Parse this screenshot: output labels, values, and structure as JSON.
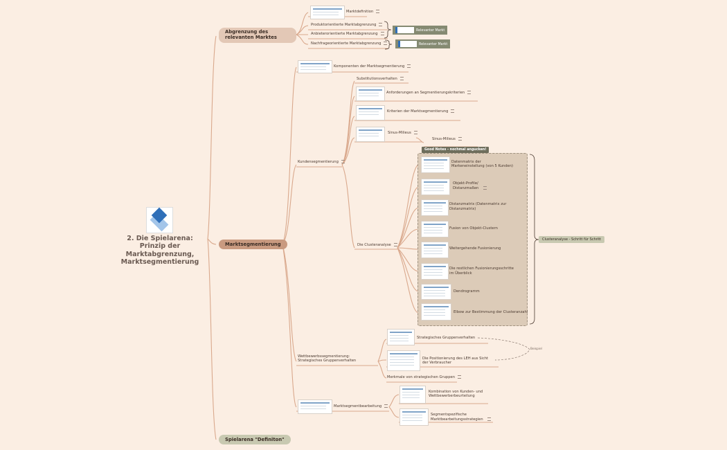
{
  "root": {
    "title": "2. Die Spielarena: Prinzip der Marktabgrenzung, Marktsegmentierung"
  },
  "branch1": {
    "label": "Abgrenzung des relevanten Marktes",
    "items": [
      "Marktdefinition",
      "Produktorientierte Marktabgrenzung",
      "Anbieterorientierte Marktabgrenzung",
      "Nachfrageorientierte Marktabgrenzung"
    ],
    "summary1": "Relevanter Markt",
    "summary2": "Relevanter Markt"
  },
  "branch2": {
    "label": "Marktsegmentierung",
    "komponenten": "Komponenten der Marktsegmentierung",
    "kunden": {
      "label": "Kundensegmentierung",
      "items": [
        "Substitutionsverhalten",
        "Anforderungen an Segmentierungskriterien",
        "Kriterien der Marktsegmentierung",
        "Sinus-Milieus",
        "Sinus-Milieus"
      ],
      "cluster": {
        "label": "Die Clusteranalyse",
        "tag": "Good Notes - nochmal angucken!",
        "steps": [
          "Datenmatrix der Markeneinstellung (von 5 Kunden)",
          "Objekt-Profile/ Distanzmaßen",
          "Distanzmatrix (Datenmatrix zur Distanzmatrix)",
          "Fusion von Objekt-Clustern",
          "Weitergehende Fusionierung",
          "Die restlichen Fusionierungsschritte im Überblick",
          "Dendrogramm",
          "Elbow zur Bestimmung der Clusteranzahl"
        ],
        "summary": "Clusteranalyse - Schritt für Schritt"
      }
    },
    "wettbewerb": {
      "label": "Wettbewerbssegmentierung: Strategisches Gruppenverhalten",
      "items": [
        "Strategisches Gruppenverhalten",
        "Die Positionierung des LEH aus Sicht der Verbraucher",
        "Merkmale von strategischen Gruppen"
      ],
      "relation": "Beispiel"
    },
    "bearbeitung": {
      "label": "Marktsegmentbearbeitung",
      "items": [
        "Kombination von Kunden- und Wettbewerberbeurteilung",
        "Segmentspezifische Marktbearbeitungsstrategien"
      ]
    }
  },
  "branch3": {
    "label": "Spielarena \"Definiton\""
  },
  "colors": {
    "background": "#fbeee3",
    "line": "#d9a88c",
    "main_node": "#e3c8b6",
    "selected_node": "#c99a80",
    "summary_box": "#858a72"
  }
}
